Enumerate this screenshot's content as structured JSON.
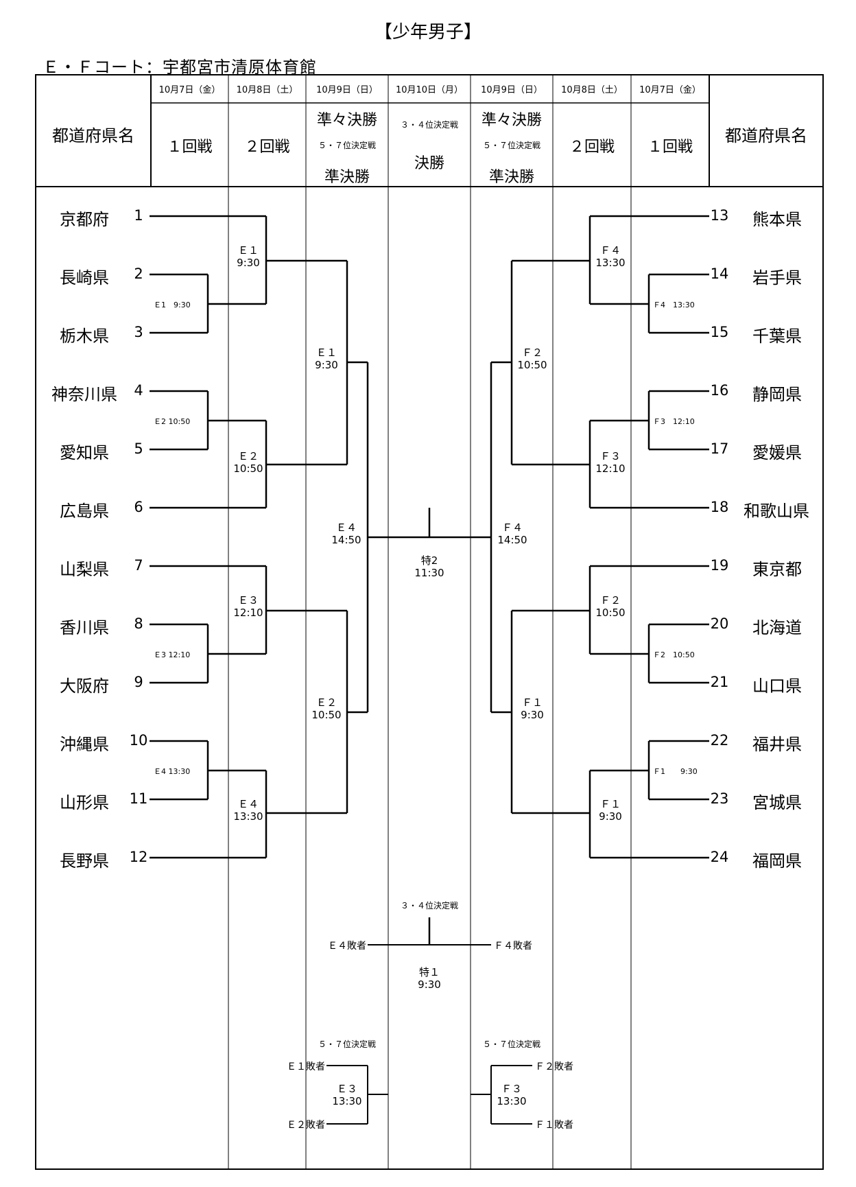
{
  "title": "【少年男子】",
  "venue": "Ｅ・Ｆコート：宇都宮市清原体育館",
  "header": {
    "pref_label": "都道府県名",
    "dates": {
      "d7": "10月7日（金）",
      "d8": "10月8日（土）",
      "d9": "10月9日（日）",
      "d10": "10月10日（月）"
    },
    "rounds": {
      "r1": "１回戦",
      "r2": "２回戦",
      "qf": "準々決勝",
      "place57": "５・７位決定戦",
      "sf": "準決勝",
      "place34": "３・４位決定戦",
      "final": "決勝"
    }
  },
  "left_teams": [
    {
      "name": "京都府",
      "num": "1"
    },
    {
      "name": "長崎県",
      "num": "2"
    },
    {
      "name": "栃木県",
      "num": "3"
    },
    {
      "name": "神奈川県",
      "num": "4"
    },
    {
      "name": "愛知県",
      "num": "5"
    },
    {
      "name": "広島県",
      "num": "6"
    },
    {
      "name": "山梨県",
      "num": "7"
    },
    {
      "name": "香川県",
      "num": "8"
    },
    {
      "name": "大阪府",
      "num": "9"
    },
    {
      "name": "沖縄県",
      "num": "10"
    },
    {
      "name": "山形県",
      "num": "11"
    },
    {
      "name": "長野県",
      "num": "12"
    }
  ],
  "right_teams": [
    {
      "name": "熊本県",
      "num": "13"
    },
    {
      "name": "岩手県",
      "num": "14"
    },
    {
      "name": "千葉県",
      "num": "15"
    },
    {
      "name": "静岡県",
      "num": "16"
    },
    {
      "name": "愛媛県",
      "num": "17"
    },
    {
      "name": "和歌山県",
      "num": "18"
    },
    {
      "name": "東京都",
      "num": "19"
    },
    {
      "name": "北海道",
      "num": "20"
    },
    {
      "name": "山口県",
      "num": "21"
    },
    {
      "name": "福井県",
      "num": "22"
    },
    {
      "name": "宮城県",
      "num": "23"
    },
    {
      "name": "福岡県",
      "num": "24"
    }
  ],
  "matches": {
    "e1_r1": "Ｅ1　9:30",
    "e2_r1": "Ｅ2 10:50",
    "e3_r1": "Ｅ3 12:10",
    "e4_r1": "Ｅ4 13:30",
    "f4_r1": "Ｆ4　13:30",
    "f3_r1": "Ｆ3　12:10",
    "f2_r1": "Ｆ2　10:50",
    "f1_r1": "Ｆ1　　9:30",
    "e1_r2_a": "Ｅ１",
    "e1_r2_b": "9:30",
    "e2_r2_a": "Ｅ２",
    "e2_r2_b": "10:50",
    "e3_r2_a": "Ｅ３",
    "e3_r2_b": "12:10",
    "e4_r2_a": "Ｅ４",
    "e4_r2_b": "13:30",
    "f4_r2_a": "Ｆ４",
    "f4_r2_b": "13:30",
    "f3_r2_a": "Ｆ３",
    "f3_r2_b": "12:10",
    "f2_r2_a": "Ｆ２",
    "f2_r2_b": "10:50",
    "f1_r2_a": "Ｆ１",
    "f1_r2_b": "9:30",
    "e1_qf_a": "Ｅ１",
    "e1_qf_b": "9:30",
    "e2_qf_a": "Ｅ２",
    "e2_qf_b": "10:50",
    "f2_qf_a": "Ｆ２",
    "f2_qf_b": "10:50",
    "f1_qf_a": "Ｆ１",
    "f1_qf_b": "9:30",
    "e4_sf_a": "Ｅ４",
    "e4_sf_b": "14:50",
    "f4_sf_a": "Ｆ４",
    "f4_sf_b": "14:50",
    "final_a": "特2",
    "final_b": "11:30"
  },
  "third_place": {
    "label": "３・４位決定戦",
    "left": "Ｅ４敗者",
    "right": "Ｆ４敗者",
    "code": "特１",
    "time": "9:30"
  },
  "place57_left": {
    "label": "５・７位決定戦",
    "top": "Ｅ１敗者",
    "bottom": "Ｅ２敗者",
    "code": "Ｅ３",
    "time": "13:30"
  },
  "place57_right": {
    "label": "５・７位決定戦",
    "top": "Ｆ２敗者",
    "bottom": "Ｆ１敗者",
    "code": "Ｆ３",
    "time": "13:30"
  }
}
